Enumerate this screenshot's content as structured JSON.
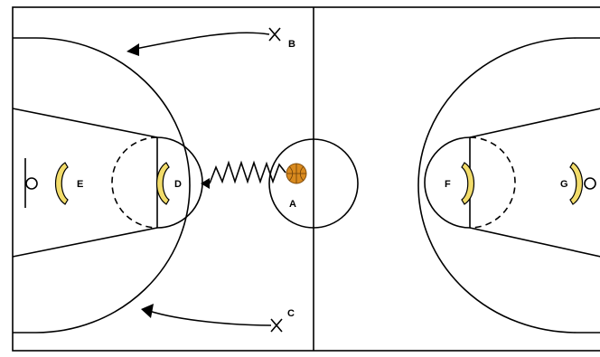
{
  "colors": {
    "background": "#ffffff",
    "lines": "#000000",
    "defender": "#f2dc6a",
    "ball": "#d98a1e"
  },
  "players": {
    "A": "A",
    "B": "B",
    "C": "C",
    "D": "D",
    "E": "E",
    "F": "F",
    "G": "G"
  },
  "symbols": {
    "offense": "x-mark-icon",
    "defense": "bracket-defender-icon",
    "ball": "basketball-icon",
    "dribble": "zigzag-dribble-icon",
    "cut": "curved-arrow-icon"
  }
}
